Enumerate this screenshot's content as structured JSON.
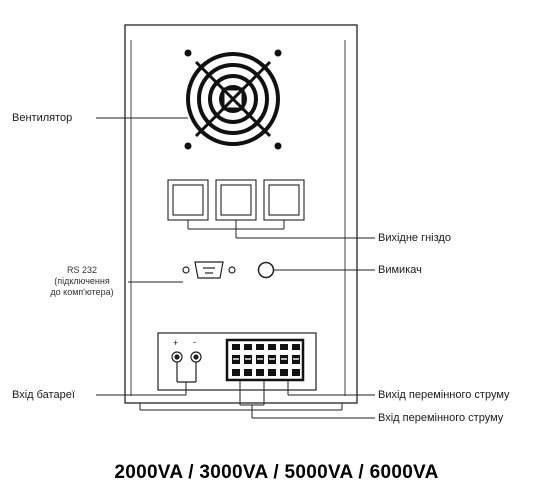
{
  "labels": {
    "fan": "Вентилятор",
    "output_socket": "Вихідне гніздо",
    "rs232_title": "RS 232",
    "rs232_note_1": "(підключення",
    "rs232_note_2": "до комп'ютера)",
    "switch": "Вимикач",
    "battery_input": "Вхід батареї",
    "ac_output": "Вихід перемінного струму",
    "ac_input": "Вхід перемінного струму"
  },
  "terminal_marks": {
    "plus": "+",
    "minus": "-"
  },
  "caption": "2000VA / 3000VA / 5000VA / 6000VA"
}
